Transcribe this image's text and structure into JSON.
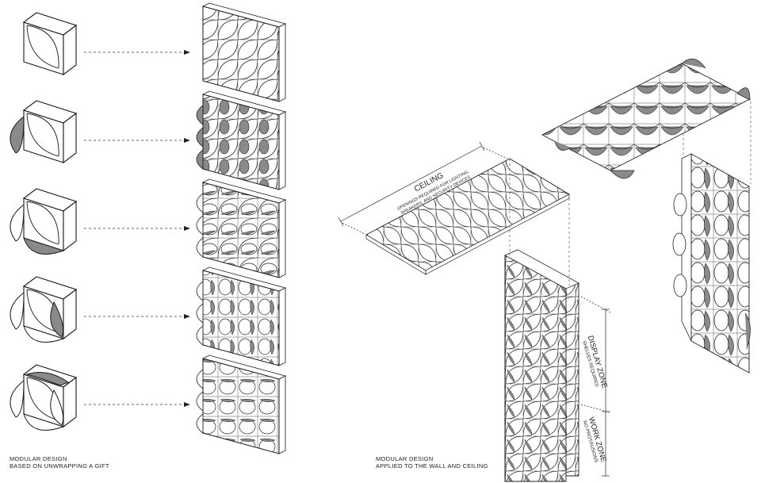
{
  "left_caption": {
    "line1": "MODULAR DESIGN",
    "line2": "BASED ON UNWRAPPING A GIFT"
  },
  "right_caption": {
    "line1": "MODULAR DESIGN",
    "line2": "APPLIED TO THE WALL AND CEILING"
  },
  "ceiling_label": {
    "title": "CEILING",
    "line1": "OPENINGS REQUIRED FOR LIGHTING,",
    "line2": "SPEAKERS, AND SECURITY DEVICES"
  },
  "display_zone": {
    "title": "DISPLAY ZONE",
    "subtitle": "SHELVES REQUIRED"
  },
  "work_zone": {
    "title": "WORK ZONE",
    "subtitle": "NO PROTRUSIONS"
  },
  "colors": {
    "line": "#1a1a1a",
    "fill_gray": "#8a8a8a",
    "background": "#ffffff"
  },
  "module_stages": 5
}
